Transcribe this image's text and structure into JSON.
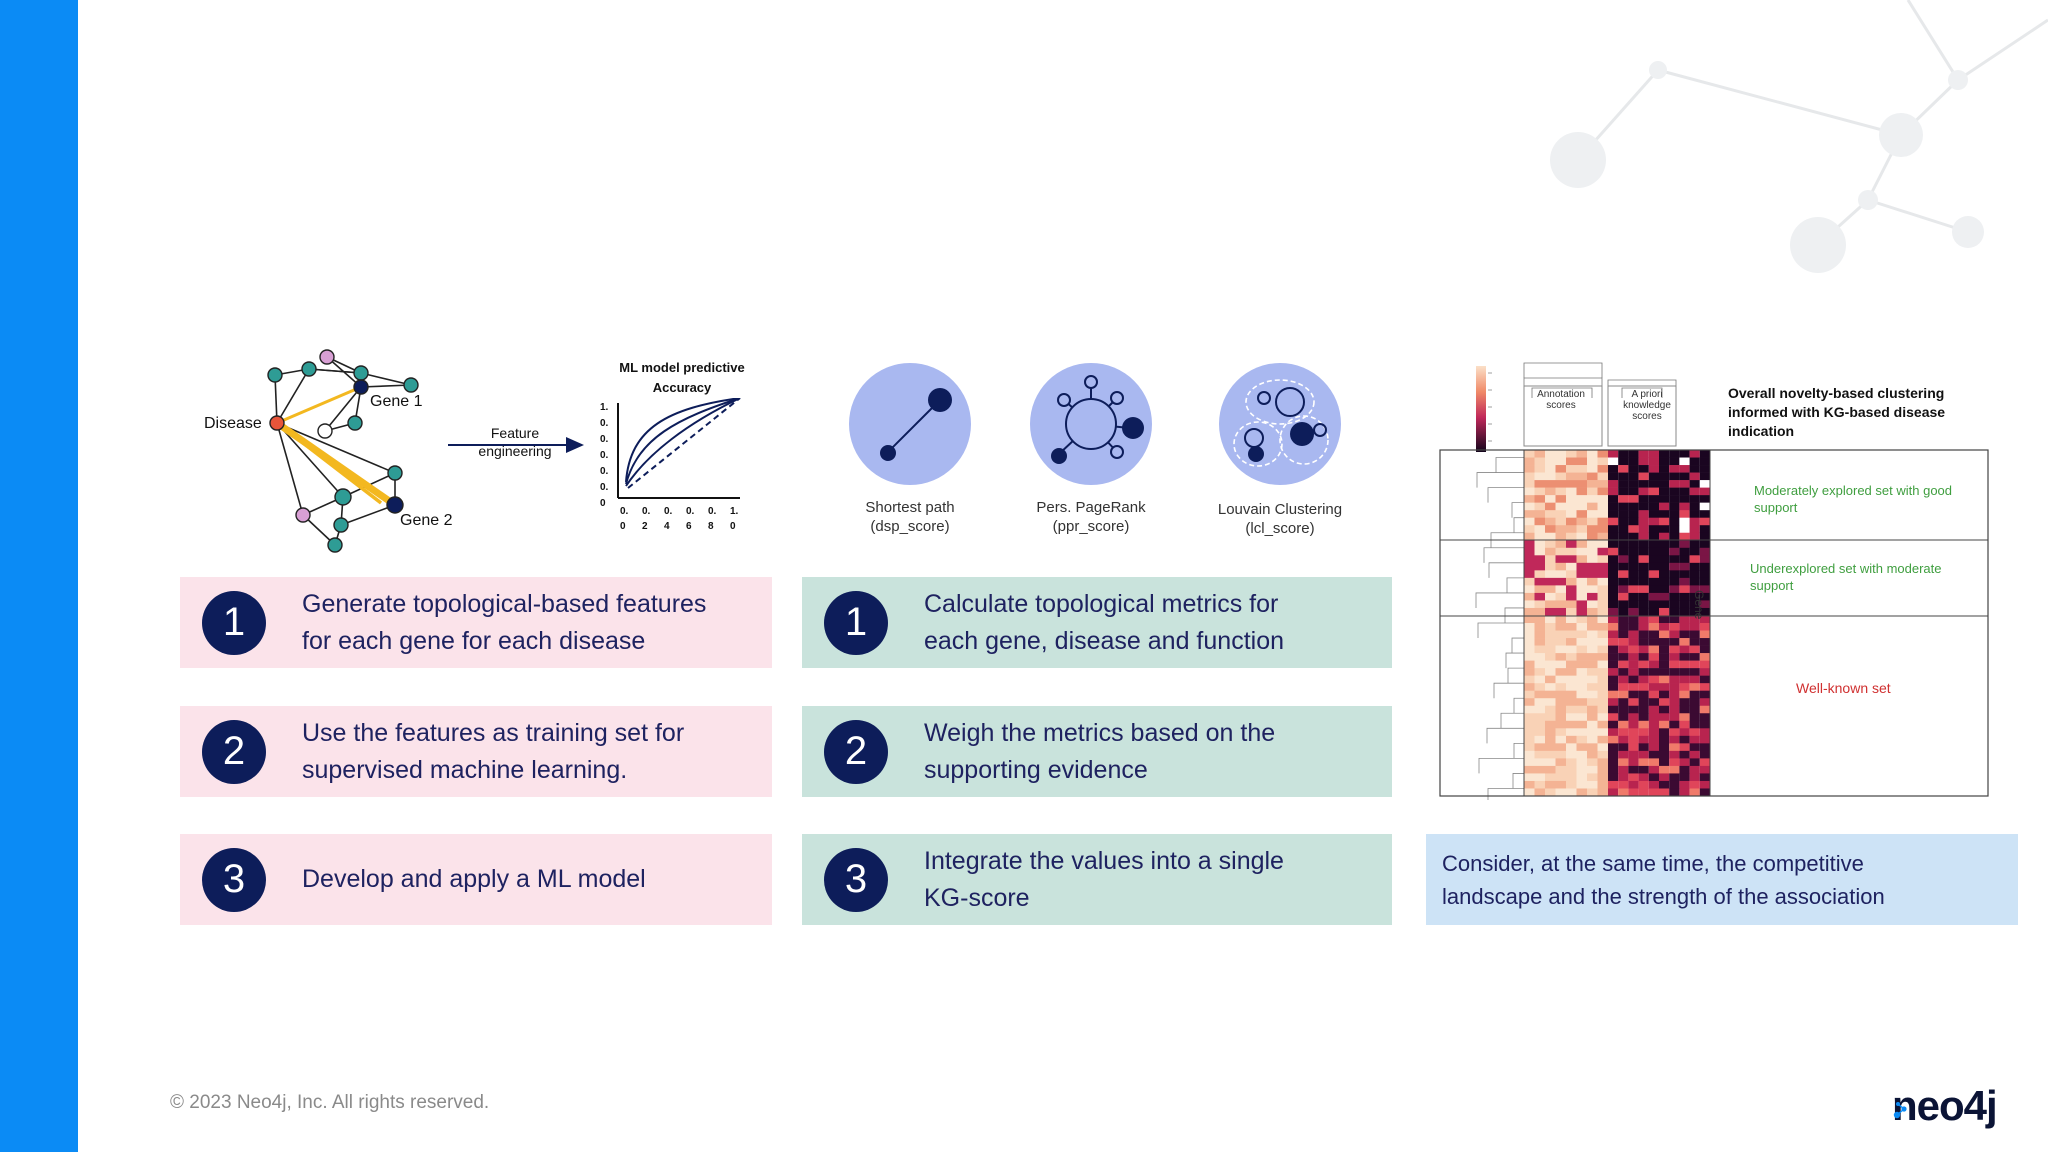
{
  "footer": {
    "copyright": "© 2023 Neo4j, Inc. All rights reserved."
  },
  "logo": {
    "text": "neo4j"
  },
  "graph_figure": {
    "disease_label": "Disease",
    "gene1_label": "Gene 1",
    "gene2_label": "Gene 2",
    "arrow_label": "Feature engineering",
    "plot_title": "ML model predictive Accuracy",
    "y_ticks": [
      "1.",
      "0.",
      "0.",
      "0.",
      "0.",
      "0.",
      "0"
    ],
    "x_ticks": [
      "0.\n0",
      "0.\n2",
      "0.\n4",
      "0.\n6",
      "0.\n8",
      "1.\n0"
    ]
  },
  "metrics_figure": {
    "items": [
      {
        "label": "Shortest path\n(dsp_score)"
      },
      {
        "label": "Pers. PageRank\n(ppr_score)"
      },
      {
        "label": "Louvain Clustering\n(lcl_score)"
      }
    ]
  },
  "heatmap_figure": {
    "title": "Overall novelty-based clustering informed with KG-based disease indication",
    "col_header_1": "Annotation scores",
    "col_header_2": "A priori knowledge scores",
    "row_axis_label": "Gene",
    "cluster_1": "Moderately explored set with good support",
    "cluster_2": "Underexplored set with moderate support",
    "cluster_3": "Well-known set",
    "colors": {
      "cluster_1": "#3f9e3f",
      "cluster_2": "#3f9e3f",
      "cluster_3": "#d03030"
    }
  },
  "column_left": {
    "steps": [
      {
        "number": "1",
        "text": "Generate topological-based features\nfor each gene for each disease"
      },
      {
        "number": "2",
        "text": "Use the features as training set for\nsupervised machine learning."
      },
      {
        "number": "3",
        "text": "Develop and apply a ML model"
      }
    ]
  },
  "column_middle": {
    "steps": [
      {
        "number": "1",
        "text": "Calculate topological metrics for\neach gene, disease and function"
      },
      {
        "number": "2",
        "text": "Weigh the metrics based on the\nsupporting evidence"
      },
      {
        "number": "3",
        "text": "Integrate the values into a single\nKG-score"
      }
    ]
  },
  "column_right": {
    "note": "Consider, at the same time, the competitive\nlandscape and the strength of the association"
  },
  "colors": {
    "accent_bar": "#0b8bf5",
    "number_circle": "#0d1d5a",
    "pink_box": "#fbe3ea",
    "teal_box": "#c9e3dc",
    "blue_box": "#cde3f6"
  }
}
